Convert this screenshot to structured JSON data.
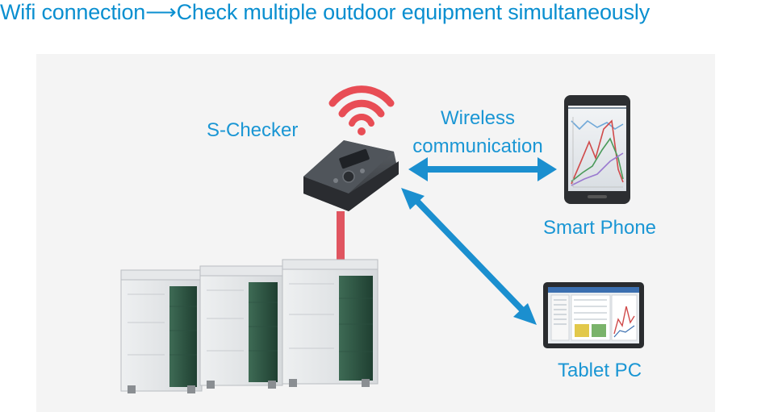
{
  "title": "Wifi connection⟶Check multiple outdoor equipment simultaneously",
  "labels": {
    "s_checker": "S-Checker",
    "wireless_line1": "Wireless",
    "wireless_line2": "communication",
    "smart_phone": "Smart Phone",
    "tablet_pc": "Tablet PC"
  },
  "colors": {
    "title": "#0a8fd0",
    "label": "#1a96d4",
    "arrow": "#1b8fcf",
    "wifi": "#e84d55",
    "cable": "#e05560",
    "panel_bg": "#f4f4f4"
  },
  "icons": [
    "wifi-icon",
    "s-checker-device",
    "smart-phone",
    "tablet-pc",
    "outdoor-units"
  ]
}
